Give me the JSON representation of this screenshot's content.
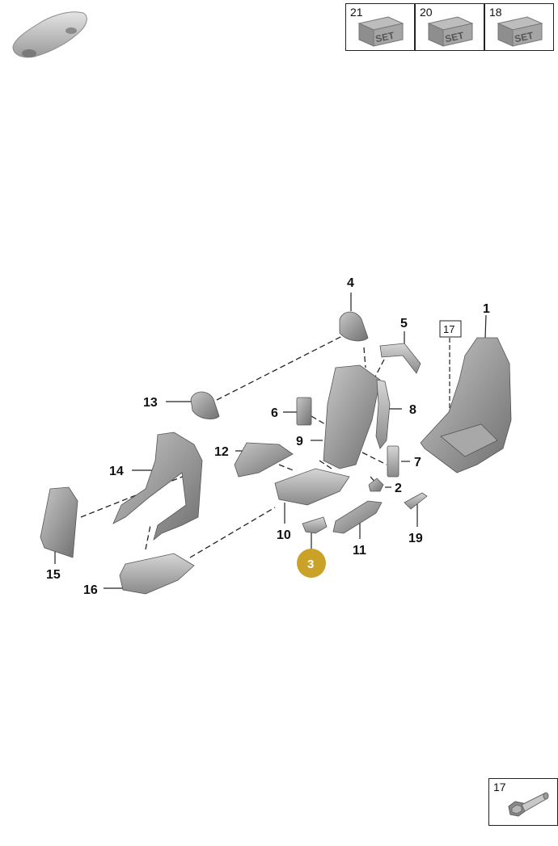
{
  "callouts": {
    "c1": "1",
    "c2": "2",
    "c3": "3",
    "c4": "4",
    "c5": "5",
    "c6": "6",
    "c7": "7",
    "c8": "8",
    "c9": "9",
    "c10": "10",
    "c11": "11",
    "c12": "12",
    "c13": "13",
    "c14": "14",
    "c15": "15",
    "c16": "16",
    "c17": "17",
    "c19": "19"
  },
  "sets": [
    {
      "number": "21",
      "label": "SET"
    },
    {
      "number": "20",
      "label": "SET"
    },
    {
      "number": "18",
      "label": "SET"
    }
  ],
  "detail_box": {
    "number": "17"
  },
  "colors": {
    "highlight": "#c9a227",
    "part_fill": "#8e8e8e",
    "part_light": "#bdbdbd",
    "line": "#222222"
  },
  "icons": [
    "car-silhouette-icon",
    "set-box-icon",
    "bolt-icon"
  ]
}
